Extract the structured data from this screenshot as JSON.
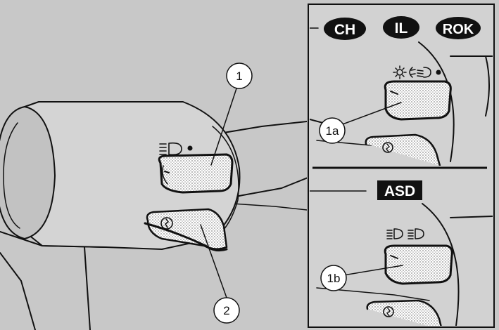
{
  "figure": {
    "background_color": "#c8c8c8",
    "panel_color": "#d2d2d2",
    "line_color": "#111111",
    "callouts": {
      "c1": "1",
      "c2": "2",
      "c1a": "1a",
      "c1b": "1b"
    },
    "badges": {
      "ch": "CH",
      "il": "IL",
      "rok": "ROK",
      "asd": "ASD"
    }
  }
}
